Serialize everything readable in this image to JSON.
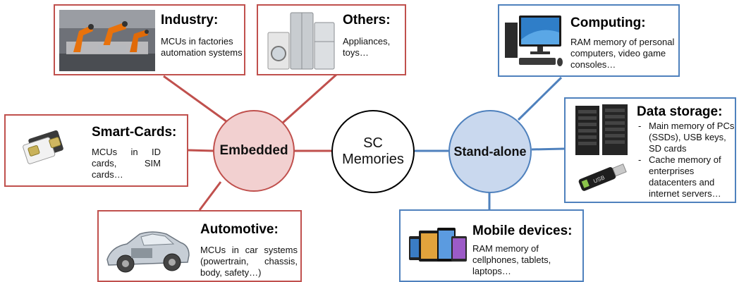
{
  "center": {
    "line1": "SC",
    "line2": "Memories"
  },
  "hubs": {
    "embedded": "Embedded",
    "standalone": "Stand-alone"
  },
  "boxes": {
    "industry": {
      "title": "Industry:",
      "desc": "MCUs in factories automation systems"
    },
    "others": {
      "title": "Others:",
      "desc": "Appliances, toys…"
    },
    "smartcards": {
      "title": "Smart-Cards:",
      "desc": "MCUs in ID cards, SIM cards…"
    },
    "automotive": {
      "title": "Automotive:",
      "desc": "MCUs in car systems (powertrain, chassis, body, safety…)"
    },
    "computing": {
      "title": "Computing:",
      "desc": "RAM memory of personal computers, video game consoles…"
    },
    "datastorage": {
      "title": "Data storage:",
      "items": [
        "Main memory of PCs (SSDs), USB keys, SD cards",
        "Cache memory of enterprises datacenters and internet servers…"
      ]
    },
    "mobile": {
      "title": "Mobile devices:",
      "desc": "RAM memory of cellphones, tablets, laptops…"
    }
  },
  "images": {
    "usb_label": "USB"
  },
  "colors": {
    "embedded_border": "#c0504d",
    "embedded_fill": "#f2d0d0",
    "standalone_border": "#4f81bd",
    "standalone_fill": "#c9d8ee",
    "center_border": "#000000"
  },
  "icons": [
    "industrial-robots-photo",
    "home-appliances-photo",
    "sim-card-photo",
    "car-cutaway-photo",
    "desktop-computer-photo",
    "server-racks-photo",
    "usb-key-photo",
    "mobile-devices-photo"
  ]
}
